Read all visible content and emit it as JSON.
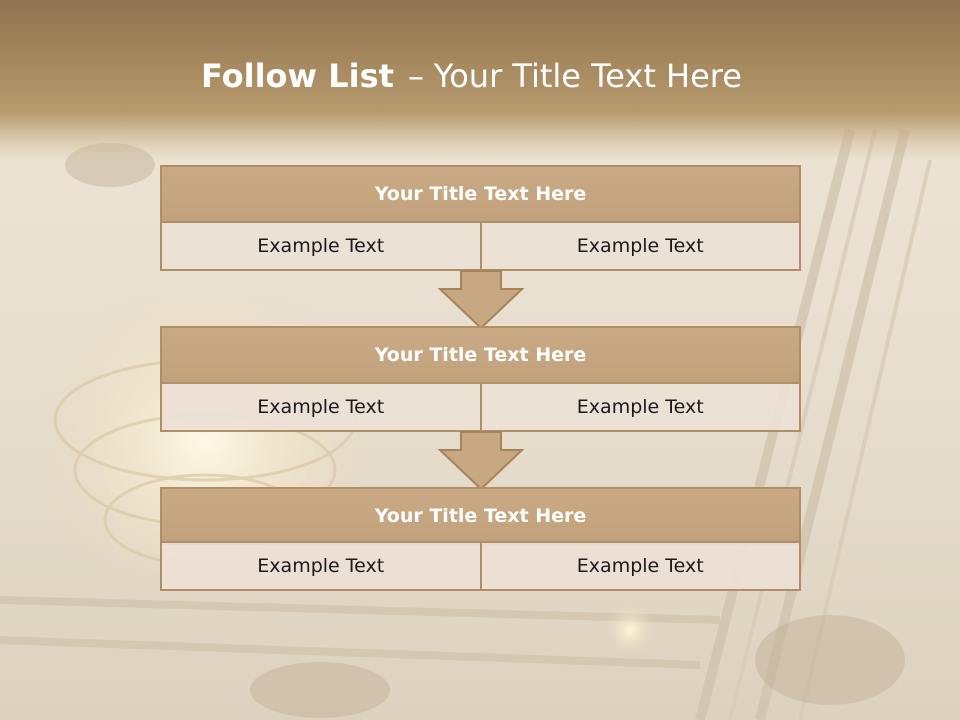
{
  "slide": {
    "title_bold": "Follow List",
    "title_dash": "–",
    "title_rest": "Your Title Text Here"
  },
  "blocks": [
    {
      "title": "Your Title Text Here",
      "left": "Example Text",
      "right": "Example Text"
    },
    {
      "title": "Your Title Text Here",
      "left": "Example Text",
      "right": "Example Text"
    },
    {
      "title": "Your Title Text Here",
      "left": "Example Text",
      "right": "Example Text"
    }
  ],
  "icons": {
    "flow": "down-arrow-icon"
  },
  "colors": {
    "header": "#a4865d",
    "block_title": "#c2a27d",
    "border": "#b08f66",
    "cell": "#ece0d5"
  }
}
